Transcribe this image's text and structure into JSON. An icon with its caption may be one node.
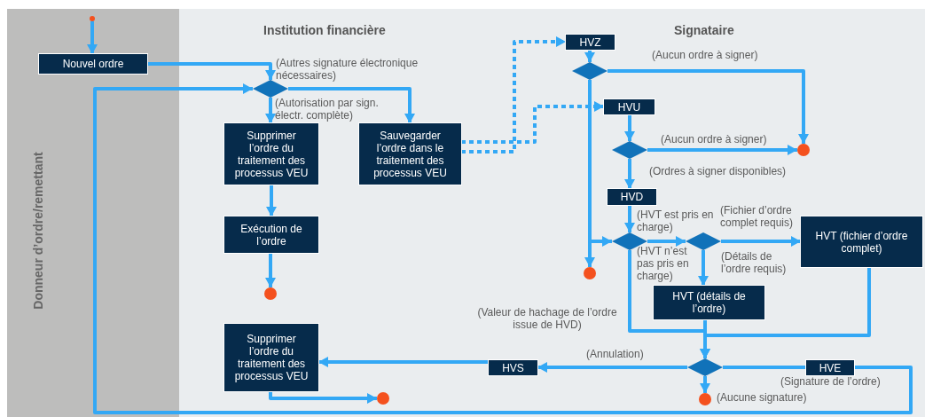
{
  "diagram": {
    "nodes": [
      {
        "text": [
          "Donneur d’ordre/remettant"
        ]
      },
      {
        "text": [
          "Institution financière",
          "Signataire"
        ]
      },
      {
        "text": [],
        "shape": "circle",
        "in": 0
      },
      {
        "text": [
          "Nouvel ordre"
        ],
        "in": 0
      },
      {
        "text": [],
        "shape": "diamond",
        "in": 1
      },
      {
        "text": [
          "Supprimer l’ordre du traitement des processus VEU"
        ],
        "in": 1
      },
      {
        "text": [
          "Sauvegarder l’ordre dans le traitement des processus VEU"
        ],
        "in": 1
      },
      {
        "text": [
          "Exécution de l’ordre"
        ],
        "in": 1
      },
      {
        "text": [],
        "shape": "circle",
        "in": 1
      },
      {
        "text": [
          "HVZ"
        ],
        "in": 1
      },
      {
        "text": [],
        "shape": "diamond",
        "in": 1
      },
      {
        "text": [
          "HVU"
        ],
        "in": 1
      },
      {
        "text": [],
        "shape": "diamond",
        "in": 1
      },
      {
        "text": [],
        "shape": "circle",
        "in": 1
      },
      {
        "text": [
          "HVD"
        ],
        "in": 1
      },
      {
        "text": [],
        "shape": "circle",
        "in": 1
      },
      {
        "text": [],
        "shape": "diamond",
        "in": 1
      },
      {
        "text": [],
        "shape": "diamond",
        "in": 1
      },
      {
        "text": [
          "HVT (fichier d’ordre complet)"
        ],
        "in": 1
      },
      {
        "text": [
          "HVT (détails de l’ordre)"
        ],
        "in": 1
      },
      {
        "text": [],
        "shape": "diamond",
        "in": 1
      },
      {
        "text": [
          "HVS"
        ],
        "in": 1
      },
      {
        "text": [
          "HVE"
        ],
        "in": 1,
        "beside": [
          "(Signature de l’ordre)"
        ]
      },
      {
        "text": [],
        "shape": "circle",
        "in": 1
      },
      {
        "text": [
          "Supprimer l’ordre du traitement des processus VEU"
        ],
        "in": 1
      },
      {
        "text": [],
        "shape": "circle",
        "in": 1
      }
    ],
    "edges": [
      {
        "from": 2,
        "to": 3,
        "arrow": "to"
      },
      {
        "from": 3,
        "to": 4,
        "arrow": "to"
      },
      {
        "from": 4,
        "to": 5,
        "arrow": "to",
        "label": "(Autorisation par sign. électr. complète)"
      },
      {
        "from": 4,
        "to": 6,
        "arrow": "to",
        "label": "(Autres signature électronique nécessaires)"
      },
      {
        "from": 5,
        "to": 7,
        "arrow": "to"
      },
      {
        "from": 7,
        "to": 8,
        "arrow": "to"
      },
      {
        "from": 6,
        "to": 9,
        "arrow": "to",
        "style": "dashed"
      },
      {
        "from": 6,
        "to": 11,
        "arrow": "to",
        "style": "dashed"
      },
      {
        "from": 9,
        "to": 10,
        "arrow": "to"
      },
      {
        "from": 10,
        "to": 13,
        "arrow": "to",
        "label": "(Aucun ordre à signer)"
      },
      {
        "from": 10,
        "to": 15,
        "arrow": "to"
      },
      {
        "from": 10,
        "to": 16,
        "arrow": "to"
      },
      {
        "from": 11,
        "to": 12,
        "arrow": "to"
      },
      {
        "from": 12,
        "to": 13,
        "arrow": "to",
        "label": "(Aucun ordre à signer)"
      },
      {
        "from": 12,
        "to": 14,
        "arrow": "to",
        "label": "(Ordres à signer disponibles)"
      },
      {
        "from": 14,
        "to": 16,
        "arrow": "to",
        "label": "(HVT est pris en charge)"
      },
      {
        "from": 16,
        "to": 17,
        "arrow": "to"
      },
      {
        "from": 16,
        "to": 20,
        "arrow": "to",
        "label": "(HVT n’est pas pris en charge)"
      },
      {
        "from": 17,
        "to": 18,
        "arrow": "to",
        "label": "(Fichier d’ordre complet requis)"
      },
      {
        "from": 17,
        "to": 19,
        "arrow": "to",
        "label": "(Détails de l’ordre requis)"
      },
      {
        "from": 19,
        "to": 20,
        "arrow": "to"
      },
      {
        "from": 18,
        "to": 20,
        "arrow": "to"
      },
      {
        "from": 20,
        "to": 21,
        "arrow": "to",
        "label": "(Annulation)"
      },
      {
        "from": 21,
        "to": 24,
        "arrow": "to"
      },
      {
        "from": 20,
        "to": 23,
        "arrow": "to",
        "label": "(Aucune signature)"
      },
      {
        "from": 20,
        "to": 22,
        "arrow": "none"
      },
      {
        "from": 22,
        "to": 4,
        "arrow": "to"
      },
      {
        "from": 24,
        "to": 25,
        "arrow": "to"
      }
    ],
    "labels": [
      "(Valeur de hachage de l’ordre issue de HVD)"
    ]
  }
}
